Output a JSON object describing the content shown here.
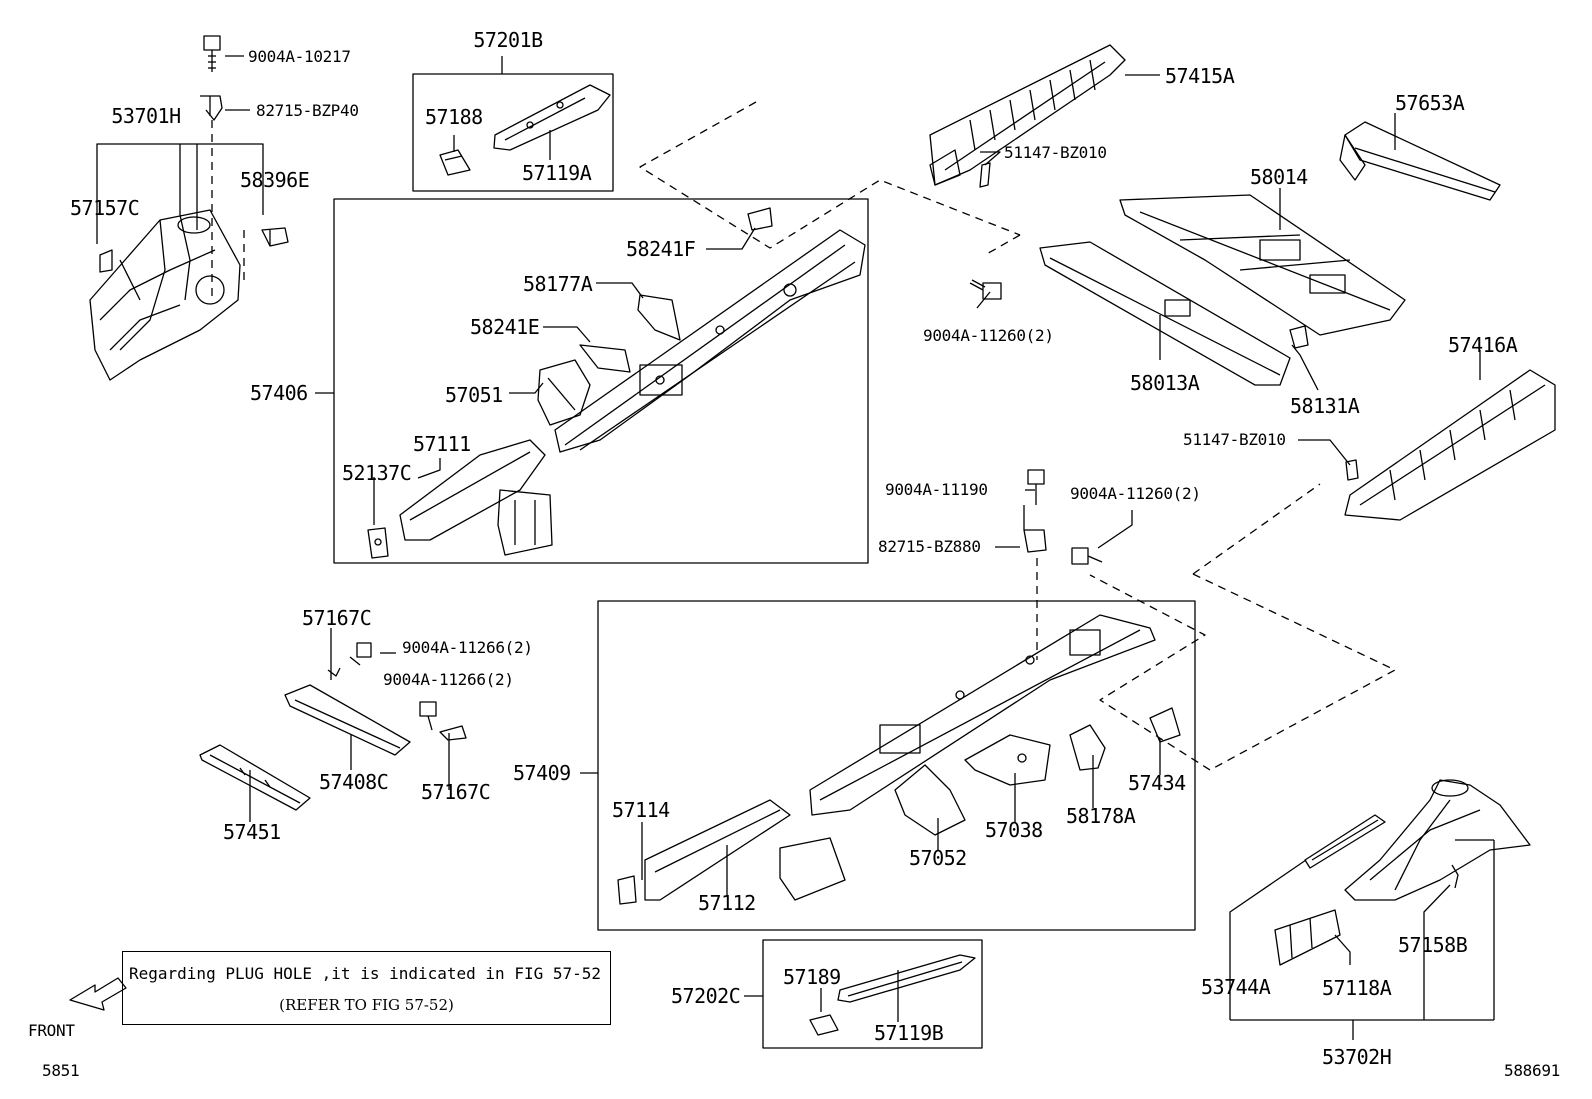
{
  "diagram": {
    "labels": {
      "p9004A_10217": "9004A-10217",
      "p82715_BZP40": "82715-BZP40",
      "p53701H": "53701H",
      "p58396E": "58396E",
      "p57157C": "57157C",
      "p57201B": "57201B",
      "p57188": "57188",
      "p57119A": "57119A",
      "p58241F": "58241F",
      "p58177A": "58177A",
      "p58241E": "58241E",
      "p57051": "57051",
      "p57406": "57406",
      "p57111": "57111",
      "p52137C": "52137C",
      "p57415A": "57415A",
      "p51147_BZ010_top": "51147-BZ010",
      "p9004A_11260_top": "9004A-11260(2)",
      "p57653A": "57653A",
      "p58014": "58014",
      "p58013A": "58013A",
      "p58131A": "58131A",
      "p57416A": "57416A",
      "p51147_BZ010_right": "51147-BZ010",
      "p9004A_11190": "9004A-11190",
      "p9004A_11260_mid": "9004A-11260(2)",
      "p82715_BZ880": "82715-BZ880",
      "p57167C_top": "57167C",
      "p9004A_11266_a": "9004A-11266(2)",
      "p9004A_11266_b": "9004A-11266(2)",
      "p57408C": "57408C",
      "p57167C_bottom": "57167C",
      "p57451": "57451",
      "p57409": "57409",
      "p57114": "57114",
      "p57112": "57112",
      "p57052": "57052",
      "p57038": "57038",
      "p58178A": "58178A",
      "p57434": "57434",
      "p57202C": "57202C",
      "p57189": "57189",
      "p57119B": "57119B",
      "p53744A": "53744A",
      "p57118A": "57118A",
      "p57158B": "57158B",
      "p53702H": "53702H"
    },
    "note": {
      "line1": "Regarding PLUG HOLE ,it is indicated in FIG 57-52",
      "line2": "(REFER TO FIG 57-52)"
    },
    "front_label": "FRONT",
    "page_code": "5851",
    "figure_id": "588691"
  }
}
